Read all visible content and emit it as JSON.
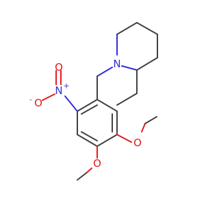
{
  "colors": {
    "carbon_bond": "#404040",
    "nitrogen": "#2f2fd6",
    "oxygen": "#e41a1a"
  },
  "atoms": {
    "piperidine_n": "N",
    "nitro_n": "N",
    "nitro_n_charge": "+",
    "nitro_o1": "O",
    "nitro_o1_charge": "-",
    "nitro_o2": "O",
    "methoxy_o1": "O",
    "methoxy_o2": "O"
  }
}
